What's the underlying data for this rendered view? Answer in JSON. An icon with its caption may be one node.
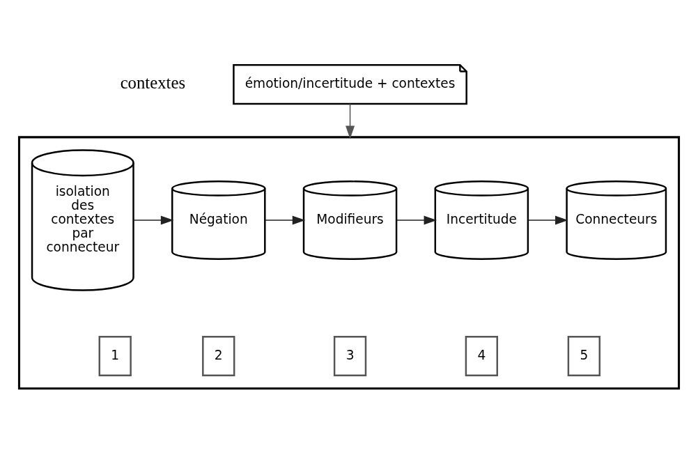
{
  "diagram": {
    "nodes": [
      {
        "text": [
          "émotion/incertitude + contextes"
        ]
      },
      {
        "text": [],
        "shape": "box"
      },
      {
        "text": [
          "isolation des contextes par connecteur"
        ],
        "in": 1
      },
      {
        "text": [
          "Négation"
        ],
        "in": 1
      },
      {
        "text": [
          "Modifieurs"
        ],
        "in": 1
      },
      {
        "text": [
          "Incertitude"
        ],
        "in": 1
      },
      {
        "text": [
          "Connecteurs"
        ],
        "in": 1
      },
      {
        "text": [
          "1"
        ],
        "in": 1
      },
      {
        "text": [
          "2"
        ],
        "in": 1
      },
      {
        "text": [
          "3"
        ],
        "in": 1
      },
      {
        "text": [
          "4"
        ],
        "in": 1
      },
      {
        "text": [
          "5"
        ],
        "in": 1
      }
    ],
    "edges": [
      {
        "from": 0,
        "to": 1,
        "arrow": "to",
        "color": "#555555"
      },
      {
        "from": 2,
        "to": 3,
        "arrow": "to"
      },
      {
        "from": 3,
        "to": 4,
        "arrow": "to"
      },
      {
        "from": 4,
        "to": 5,
        "arrow": "to"
      },
      {
        "from": 5,
        "to": 6,
        "arrow": "to"
      }
    ],
    "labels": [
      "contextes"
    ]
  }
}
